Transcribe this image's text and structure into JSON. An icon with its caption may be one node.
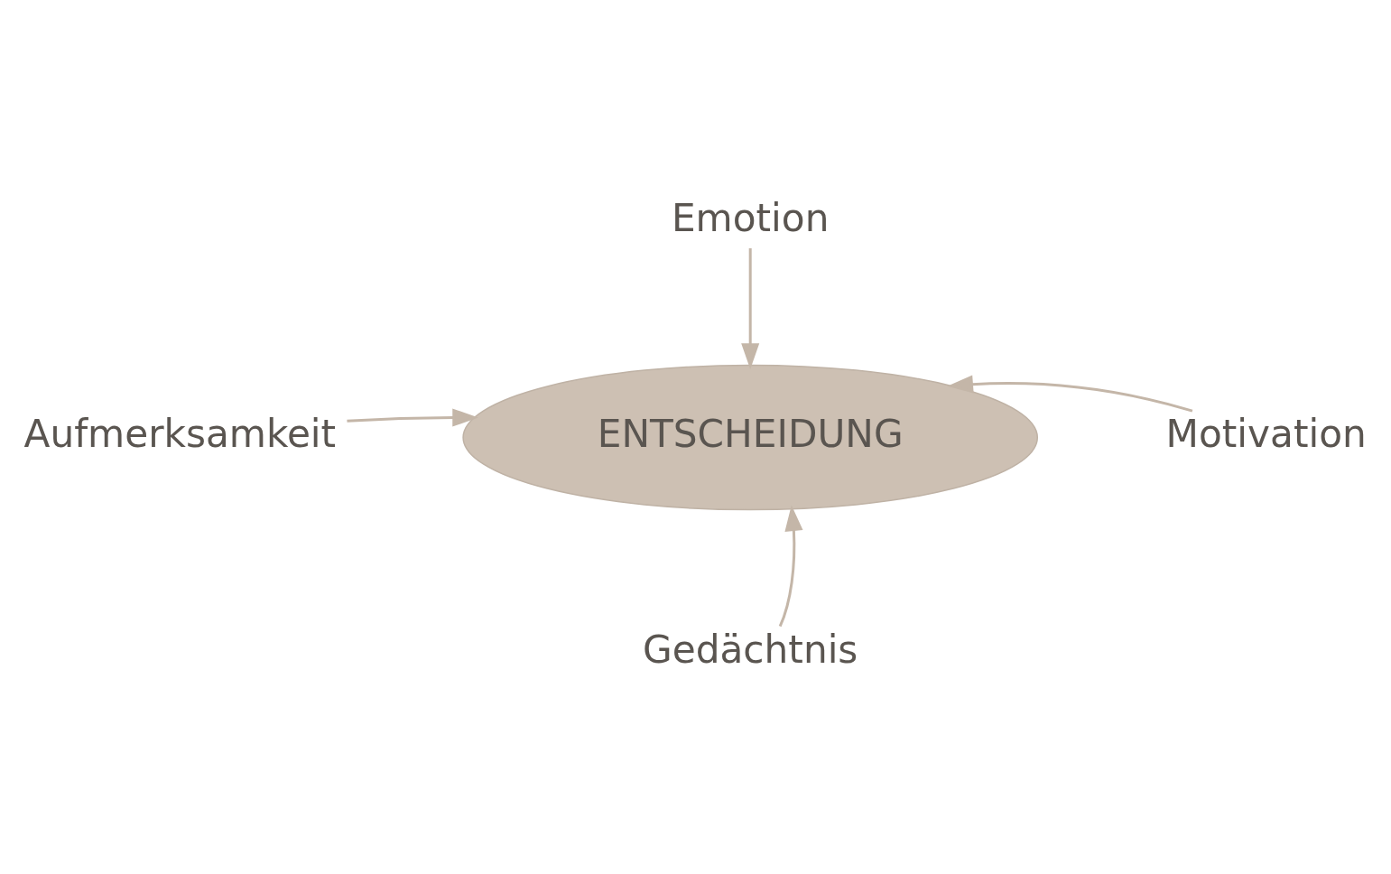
{
  "diagram": {
    "nodes": [
      {
        "text": [
          "Emotion"
        ]
      },
      {
        "text": [
          "Aufmerksamkeit"
        ]
      },
      {
        "text": [
          "ENTSCHEIDUNG"
        ]
      },
      {
        "text": [
          "Motivation"
        ]
      },
      {
        "text": [
          "Gedächtnis"
        ]
      }
    ],
    "edges": [
      {
        "from": 0,
        "to": 2,
        "arrow": "to"
      },
      {
        "from": 1,
        "to": 2,
        "arrow": "to"
      },
      {
        "from": 3,
        "to": 2,
        "arrow": "to"
      },
      {
        "from": 4,
        "to": 2,
        "arrow": "to"
      }
    ]
  }
}
